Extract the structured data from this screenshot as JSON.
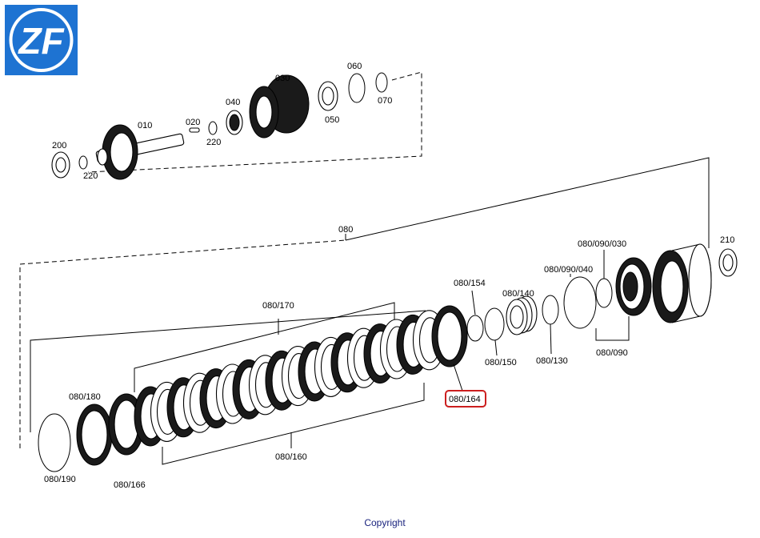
{
  "logo": {
    "text": "ZF",
    "color": "#1e73d2"
  },
  "labels": {
    "p010": "010",
    "p020": "020",
    "p030": "030",
    "p040": "040",
    "p050": "050",
    "p060": "060",
    "p070": "070",
    "p200": "200",
    "p210": "210",
    "p220a": "220",
    "p220b": "220",
    "p080": "080",
    "p080_090_030": "080/090/030",
    "p080_090_040": "080/090/040",
    "p080_090": "080/090",
    "p080_130": "080/130",
    "p080_140": "080/140",
    "p080_150": "080/150",
    "p080_154": "080/154",
    "p080_160": "080/160",
    "p080_164": "080/164",
    "p080_166": "080/166",
    "p080_170": "080/170",
    "p080_180": "080/180",
    "p080_190": "080/190"
  },
  "highlight": {
    "part": "080/164",
    "color": "#cc1f1f"
  },
  "footer": {
    "copyright": "Copyright"
  }
}
